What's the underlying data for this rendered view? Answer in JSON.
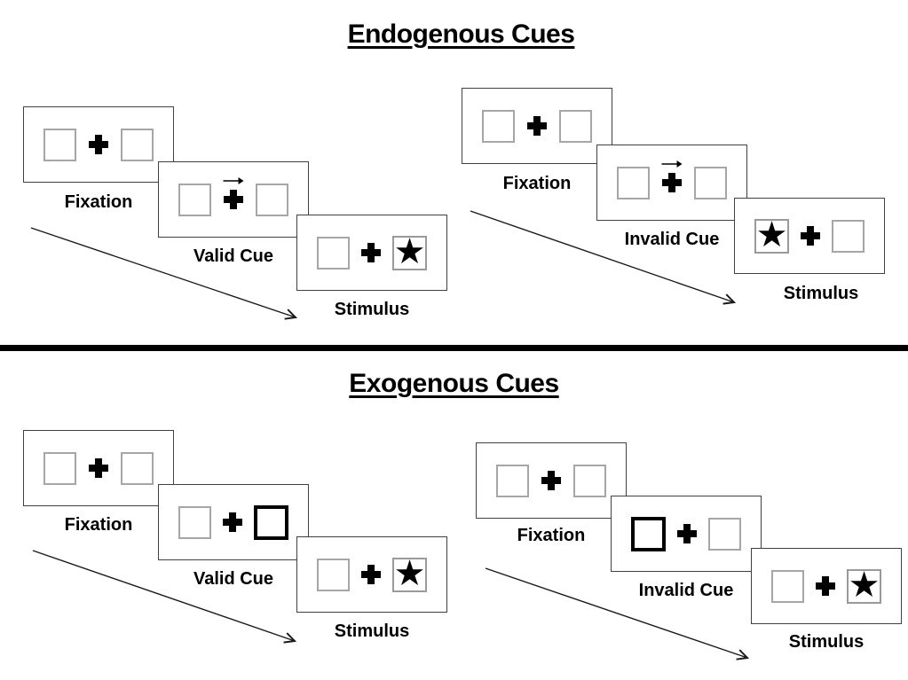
{
  "icons": {
    "star": "★"
  },
  "colors": {
    "ink": "#000000",
    "panel_border": "#404040",
    "box_border": "#a6a6a6",
    "cue_box_border": "#000000",
    "background": "#ffffff"
  },
  "sections": [
    {
      "title": "Endogenous Cues",
      "sequences": [
        {
          "name": "valid-trial",
          "panels": [
            {
              "label": "Fixation",
              "content": "two-boxes-with-fixation-cross"
            },
            {
              "label": "Valid Cue",
              "content": "central-arrow-pointing-right"
            },
            {
              "label": "Stimulus",
              "content": "star-in-right-box"
            }
          ]
        },
        {
          "name": "invalid-trial",
          "panels": [
            {
              "label": "Fixation",
              "content": "two-boxes-with-fixation-cross"
            },
            {
              "label": "Invalid Cue",
              "content": "central-arrow-pointing-right"
            },
            {
              "label": "Stimulus",
              "content": "star-in-left-box"
            }
          ]
        }
      ]
    },
    {
      "title": "Exogenous Cues",
      "sequences": [
        {
          "name": "valid-trial",
          "panels": [
            {
              "label": "Fixation",
              "content": "two-boxes-with-fixation-cross"
            },
            {
              "label": "Valid Cue",
              "content": "right-box-highlighted"
            },
            {
              "label": "Stimulus",
              "content": "star-in-right-box"
            }
          ]
        },
        {
          "name": "invalid-trial",
          "panels": [
            {
              "label": "Fixation",
              "content": "two-boxes-with-fixation-cross"
            },
            {
              "label": "Invalid Cue",
              "content": "left-box-highlighted"
            },
            {
              "label": "Stimulus",
              "content": "star-in-right-box"
            }
          ]
        }
      ]
    }
  ]
}
